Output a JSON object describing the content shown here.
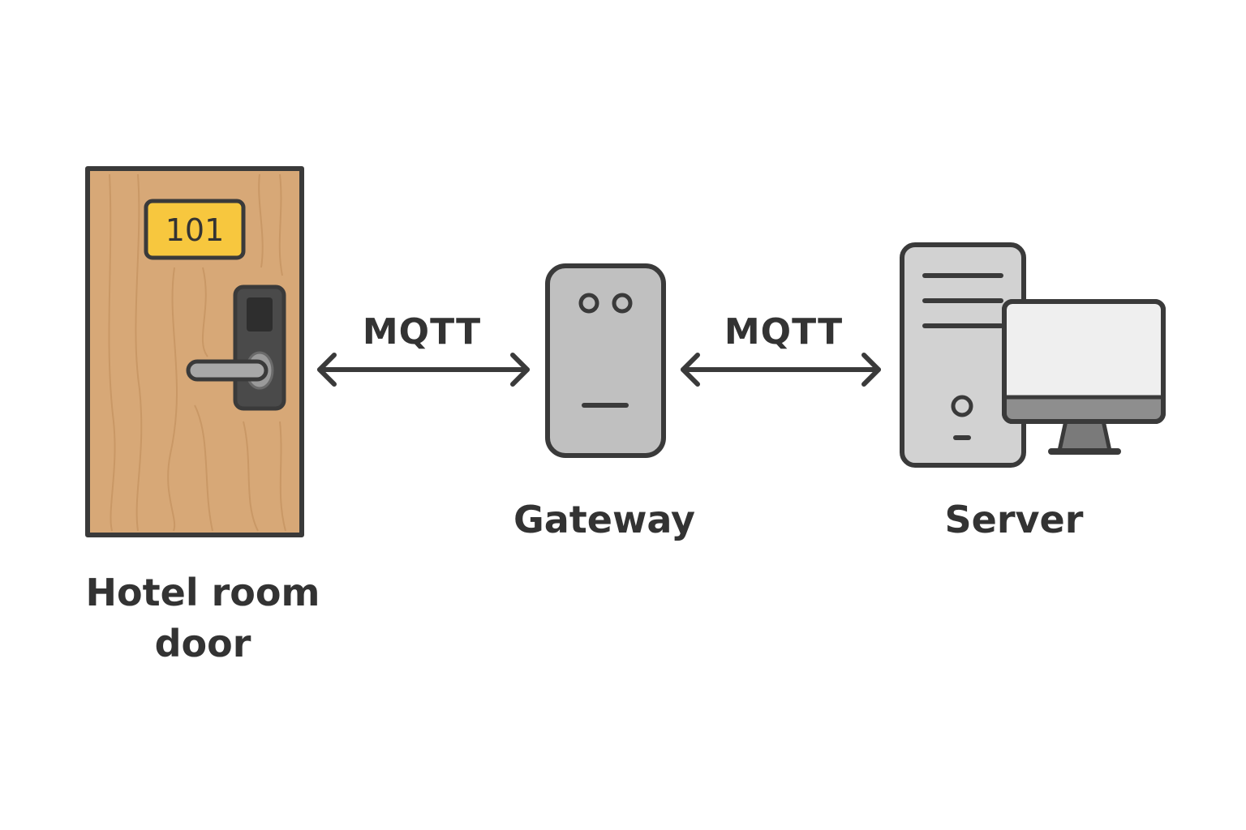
{
  "nodes": {
    "door": {
      "label": "Hotel room door",
      "label_lines": [
        "Hotel room",
        "door"
      ],
      "room_number": "101",
      "icon": "hotel-door-icon"
    },
    "gateway": {
      "label": "Gateway",
      "icon": "gateway-device-icon"
    },
    "server": {
      "label": "Server",
      "icon": "server-computer-icon"
    }
  },
  "links": [
    {
      "from": "door",
      "to": "gateway",
      "label": "MQTT",
      "direction": "bidirectional"
    },
    {
      "from": "gateway",
      "to": "server",
      "label": "MQTT",
      "direction": "bidirectional"
    }
  ],
  "colors": {
    "outline": "#3a3a3a",
    "door_wood": "#d7a877",
    "room_plate": "#f7c73e",
    "device_gray": "#c0c0c0",
    "screen": "#efefef"
  }
}
